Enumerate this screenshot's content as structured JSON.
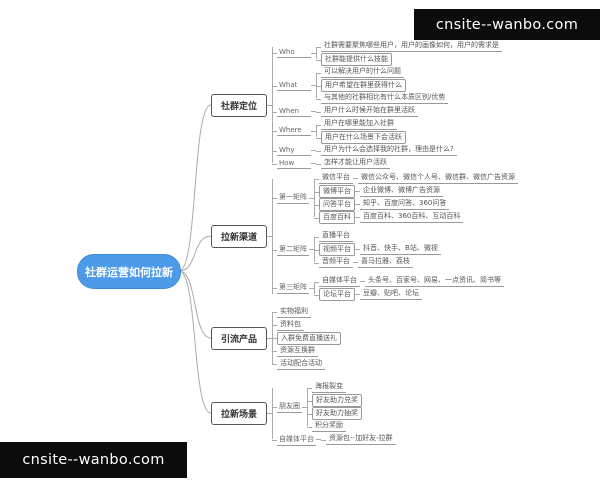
{
  "watermarks": {
    "top_right": "cnsite--wanbo.com",
    "bottom_left": "cnsite--wanbo.com"
  },
  "colors": {
    "central_node": "#4d9ae8",
    "watermark_bg": "#0c0c0c",
    "connector": "#aaaaaa"
  },
  "root": {
    "label": "社群运营如何拉新"
  },
  "branches": [
    {
      "label": "社群定位",
      "groups": [
        {
          "label": "Who",
          "items": [
            {
              "text": "社群需要聚焦哪些用户，用户的画像如何，用户的需求是"
            },
            {
              "text": "社群能提供什么技能"
            }
          ]
        },
        {
          "label": "What",
          "items": [
            {
              "text": "可以解决用户的什么问题"
            },
            {
              "text": "用户希望在群里获得什么"
            },
            {
              "text": "与其他的社群相比有什么本质区别/优势"
            }
          ]
        },
        {
          "label": "When",
          "items": [
            {
              "text": "用户什么时候开始在群里活跃"
            }
          ]
        },
        {
          "label": "Where",
          "items": [
            {
              "text": "用户在哪里能加入社群"
            },
            {
              "text": "用户在什么场景下会活跃"
            }
          ]
        },
        {
          "label": "Why",
          "items": [
            {
              "text": "用户为什么会选择我的社群，理由是什么?"
            }
          ]
        },
        {
          "label": "How",
          "items": [
            {
              "text": "怎样才能让用户活跃"
            }
          ]
        }
      ]
    },
    {
      "label": "拉新渠道",
      "groups": [
        {
          "label": "第一矩阵",
          "items": [
            {
              "text": "微信平台",
              "value": "微信公众号、微信个人号、微信群、微信广告资源"
            },
            {
              "text": "微博平台",
              "value": "企业微博、微博广告资源"
            },
            {
              "text": "问答平台",
              "value": "知乎、百度问答、360问答"
            },
            {
              "text": "百度百科",
              "value": "百度百科、360百科、互动百科"
            }
          ]
        },
        {
          "label": "第二矩阵",
          "items": [
            {
              "text": "直播平台",
              "value": ""
            },
            {
              "text": "视频平台",
              "value": "抖音、快手、B站、微视"
            },
            {
              "text": "音频平台",
              "value": "喜马拉雅、荔枝"
            }
          ]
        },
        {
          "label": "第三矩阵",
          "items": [
            {
              "text": "自媒体平台",
              "value": "头条号、百家号、网易、一点资讯、简书等"
            },
            {
              "text": "论坛平台",
              "value": "豆瓣、贴吧、论坛"
            }
          ]
        }
      ]
    },
    {
      "label": "引流产品",
      "items": [
        {
          "text": "实物福利"
        },
        {
          "text": "资料包"
        },
        {
          "text": "入群免费直播送礼"
        },
        {
          "text": "资源互换群"
        },
        {
          "text": "活动配合活动"
        }
      ]
    },
    {
      "label": "拉新场景",
      "groups": [
        {
          "label": "朋友圈",
          "items": [
            {
              "text": "海报裂变"
            },
            {
              "text": "好友助力兑奖"
            },
            {
              "text": "好友助力抽奖"
            },
            {
              "text": "积分奖励"
            }
          ]
        },
        {
          "label": "自媒体平台",
          "items": [
            {
              "text": "资源包--加好友-拉群"
            }
          ]
        }
      ]
    }
  ]
}
